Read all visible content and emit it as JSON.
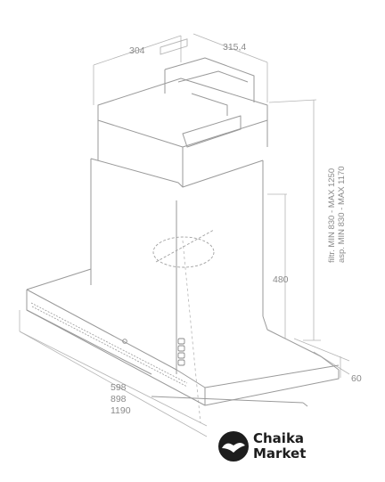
{
  "drawing": {
    "subject": "chimney-hood-technical-drawing",
    "dimensions": {
      "top_depth": "304",
      "top_width": "315,4",
      "height_filtr": "filtr. MIN 830 - MAX 1250",
      "height_asp": "asp. MIN 830 - MAX 1170",
      "canopy_height": "480",
      "canopy_thickness": "60",
      "width_1": "598",
      "width_2": "898",
      "width_3": "1190"
    }
  },
  "brand": {
    "name_line1": "Chaika",
    "name_line2": "Market",
    "logo_icon": "seagull-circle-icon"
  }
}
